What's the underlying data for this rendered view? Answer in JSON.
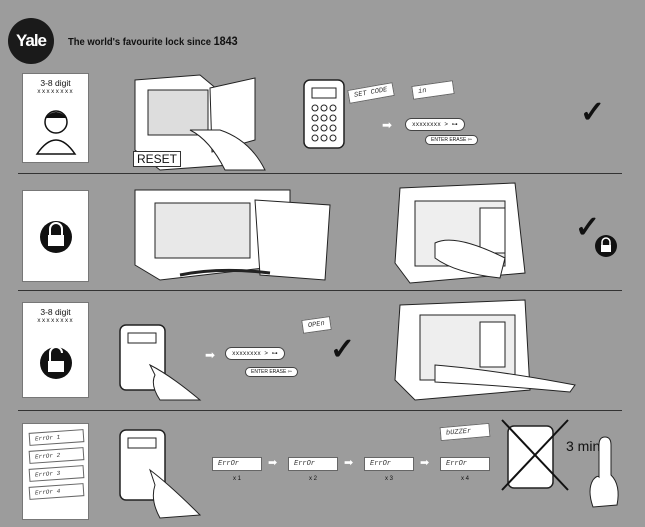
{
  "header": {
    "logo": "Yale",
    "tagline": "The world's favourite lock since ",
    "year": "1843"
  },
  "step1": {
    "card_title": "3-8 digit",
    "digits": "xxxxxxxx",
    "reset_label": "RESET",
    "display1": "SET CODE",
    "display2": "in",
    "code_strip": "xxxxxxxx >",
    "enter": "ENTER",
    "erase": "ERASE",
    "check": "✓"
  },
  "step2": {
    "check": "✓"
  },
  "step3": {
    "card_title": "3-8 digit",
    "digits": "xxxxxxxx",
    "display": "OPEn",
    "code_strip": "xxxxxxxx >",
    "enter": "ENTER",
    "erase": "ERASE",
    "check": "✓"
  },
  "step4": {
    "errors": [
      "ErrOr 1",
      "ErrOr 2",
      "ErrOr 3",
      "ErrOr 4"
    ],
    "error_display": "ErrOr",
    "counts": [
      "x 1",
      "x 2",
      "x 3",
      "x 4"
    ],
    "buzzer": "bUZZEr",
    "wait": "3 min"
  }
}
